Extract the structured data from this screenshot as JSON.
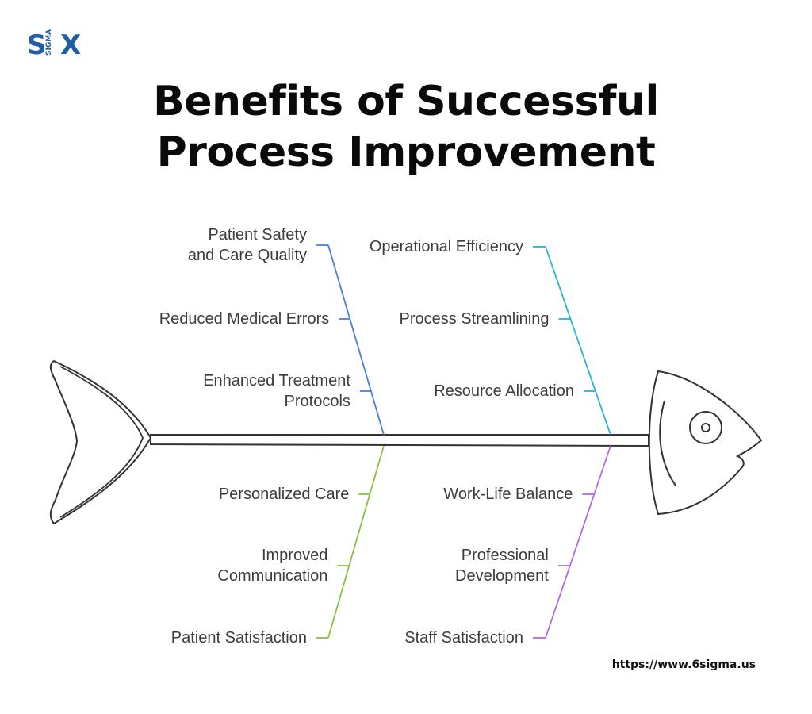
{
  "logo": {
    "text_left": "S",
    "text_mid": "SIGMA",
    "text_right": "X"
  },
  "title_lines": [
    "Benefits of Successful",
    "Process Improvement"
  ],
  "branches": {
    "top_left": {
      "color": "#4a7fd9",
      "items": [
        "Patient Safety and Care Quality",
        "Reduced Medical Errors",
        "Enhanced Treatment Protocols"
      ]
    },
    "top_right": {
      "color": "#29b3d6",
      "items": [
        "Operational Efficiency",
        "Process Streamlining",
        "Resource Allocation"
      ]
    },
    "bottom_left": {
      "color": "#8cbf3f",
      "items": [
        "Personalized Care",
        "Improved Communication",
        "Patient Satisfaction"
      ]
    },
    "bottom_right": {
      "color": "#b36be0",
      "items": [
        "Work-Life Balance",
        "Professional Development",
        "Staff Satisfaction"
      ]
    }
  },
  "footer": {
    "url": "https://www.6sigma.us"
  },
  "colors": {
    "brand_blue": "#1f5fa8",
    "outline": "#333333"
  }
}
